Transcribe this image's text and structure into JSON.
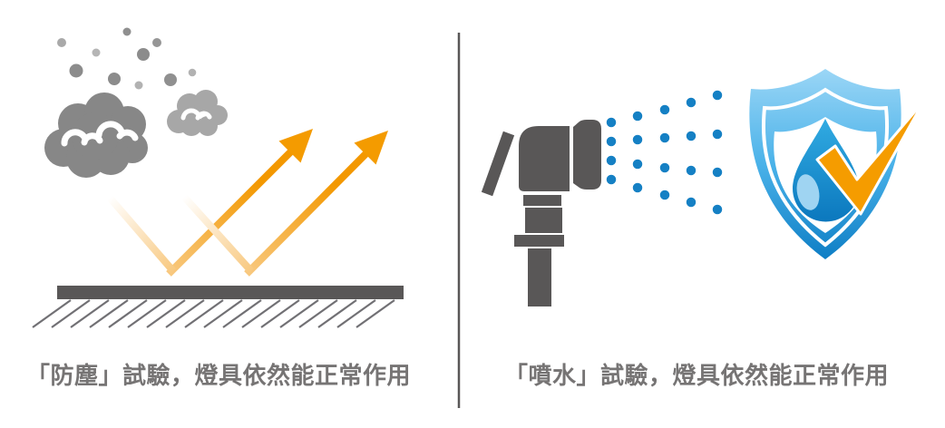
{
  "panels": [
    {
      "name": "dust-proof-test",
      "caption": "「防塵」試驗，燈具依然能正常作用"
    },
    {
      "name": "water-spray-test",
      "caption": "「噴水」試驗，燈具依然能正常作用"
    }
  ],
  "colors": {
    "arrow_orange": "#f39800",
    "incoming_ray_light": "#ffffff",
    "incoming_ray_warm": "#f8c87e",
    "dust_cloud_dark": "#878787",
    "dust_cloud_light": "#a7a7a7",
    "ground_gray": "#595757",
    "hatch_gray": "#717074",
    "divider_gray": "#595757",
    "nozzle_gray": "#595757",
    "spray_dot_blue": "#1580c4",
    "shield_blue_top": "#9bd6f6",
    "shield_blue_bottom": "#0e7ec5",
    "drop_blue_top": "#31abe2",
    "drop_blue_bottom": "#0b78be",
    "drop_highlight": "#9fd4f2",
    "check_orange": "#f59c00",
    "caption_gray": "#767474"
  },
  "icons": {
    "dust-cloud-icon": "gray puff cloud",
    "dust-particles": "scattered gray dots",
    "incoming-ray-icon": "pale gradient ray hitting surface",
    "reflected-arrow-icon": "orange arrow bouncing up",
    "ground-surface-icon": "gray bar with diagonal hatching",
    "spray-nozzle-icon": "gray spray gun head",
    "water-spray-dots": "fan of blue droplets",
    "water-shield-icon": "blue shield with water drop",
    "checkmark-icon": "orange check mark"
  }
}
